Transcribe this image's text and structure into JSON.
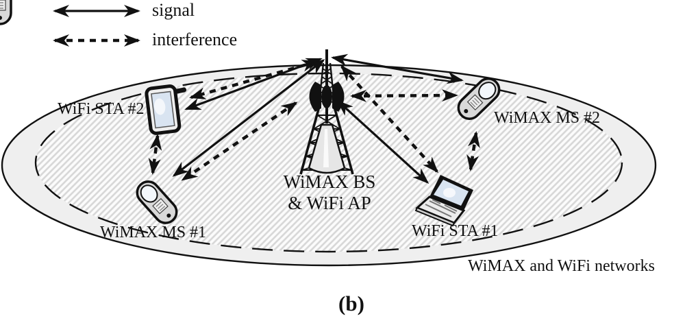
{
  "legend": {
    "signal_label": "signal",
    "interference_label": "interference"
  },
  "nodes": {
    "base_station": {
      "label_line1": "WiMAX BS",
      "label_line2": "& WiFi AP"
    },
    "wifi_sta_2": {
      "label": "WiFi STA #2"
    },
    "wimax_ms_2": {
      "label": "WiMAX MS #2"
    },
    "wimax_ms_1": {
      "label": "WiMAX MS #1"
    },
    "wifi_sta_1": {
      "label": "WiFi STA #1"
    }
  },
  "network_label": "WiMAX and WiFi networks",
  "caption": "(b)",
  "links": [
    {
      "from": "WiMAX BS & WiFi AP",
      "to": "WiFi STA #2",
      "type": "signal"
    },
    {
      "from": "WiMAX BS & WiFi AP",
      "to": "WiMAX MS #1",
      "type": "signal"
    },
    {
      "from": "WiMAX BS & WiFi AP",
      "to": "WiMAX MS #2",
      "type": "signal"
    },
    {
      "from": "WiMAX BS & WiFi AP",
      "to": "WiFi STA #1",
      "type": "signal"
    },
    {
      "from": "WiMAX BS & WiFi AP",
      "to": "WiFi STA #2",
      "type": "interference"
    },
    {
      "from": "WiMAX BS & WiFi AP",
      "to": "WiMAX MS #1",
      "type": "interference"
    },
    {
      "from": "WiMAX BS & WiFi AP",
      "to": "WiMAX MS #2",
      "type": "interference"
    },
    {
      "from": "WiMAX BS & WiFi AP",
      "to": "WiFi STA #1",
      "type": "interference"
    },
    {
      "from": "WiFi STA #2",
      "to": "WiMAX MS #1",
      "type": "interference"
    },
    {
      "from": "WiMAX MS #2",
      "to": "WiFi STA #1",
      "type": "interference"
    }
  ],
  "colors": {
    "ink": "#111111",
    "outer_ring_fill": "#efefef",
    "hatch_line": "#d8d8d8",
    "hatch_bg": "#fbfbfb",
    "device_body": "#d9d9d9",
    "screen_blue": "#d9e4f1"
  }
}
